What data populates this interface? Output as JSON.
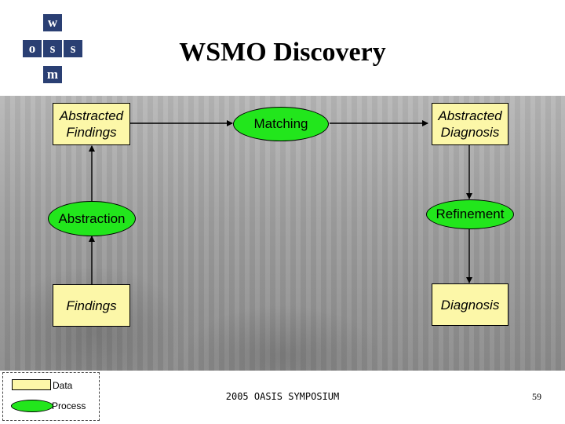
{
  "slide": {
    "title": "WSMO Discovery",
    "footer": "2005 OASIS SYMPOSIUM",
    "page_number": "59"
  },
  "logo": {
    "letters": {
      "top": "w",
      "left": "o",
      "center": "s",
      "right": "s",
      "bottom": "m"
    },
    "color": "#2a3f73"
  },
  "diagram": {
    "nodes": {
      "abstracted_findings": {
        "label": "Abstracted Findings",
        "kind": "Data"
      },
      "matching": {
        "label": "Matching",
        "kind": "Process"
      },
      "abstracted_diagnosis": {
        "label": "Abstracted Diagnosis",
        "kind": "Data"
      },
      "abstraction": {
        "label": "Abstraction",
        "kind": "Process"
      },
      "refinement": {
        "label": "Refinement",
        "kind": "Process"
      },
      "findings": {
        "label": "Findings",
        "kind": "Data"
      },
      "diagnosis": {
        "label": "Diagnosis",
        "kind": "Data"
      }
    },
    "edges": [
      {
        "from": "findings",
        "to": "abstraction"
      },
      {
        "from": "abstraction",
        "to": "abstracted_findings"
      },
      {
        "from": "abstracted_findings",
        "to": "matching"
      },
      {
        "from": "matching",
        "to": "abstracted_diagnosis"
      },
      {
        "from": "abstracted_diagnosis",
        "to": "refinement"
      },
      {
        "from": "refinement",
        "to": "diagnosis"
      }
    ],
    "colors": {
      "data": "#fcf7a8",
      "process": "#22e61c"
    }
  },
  "legend": {
    "data_label": "Data",
    "process_label": "Process"
  }
}
